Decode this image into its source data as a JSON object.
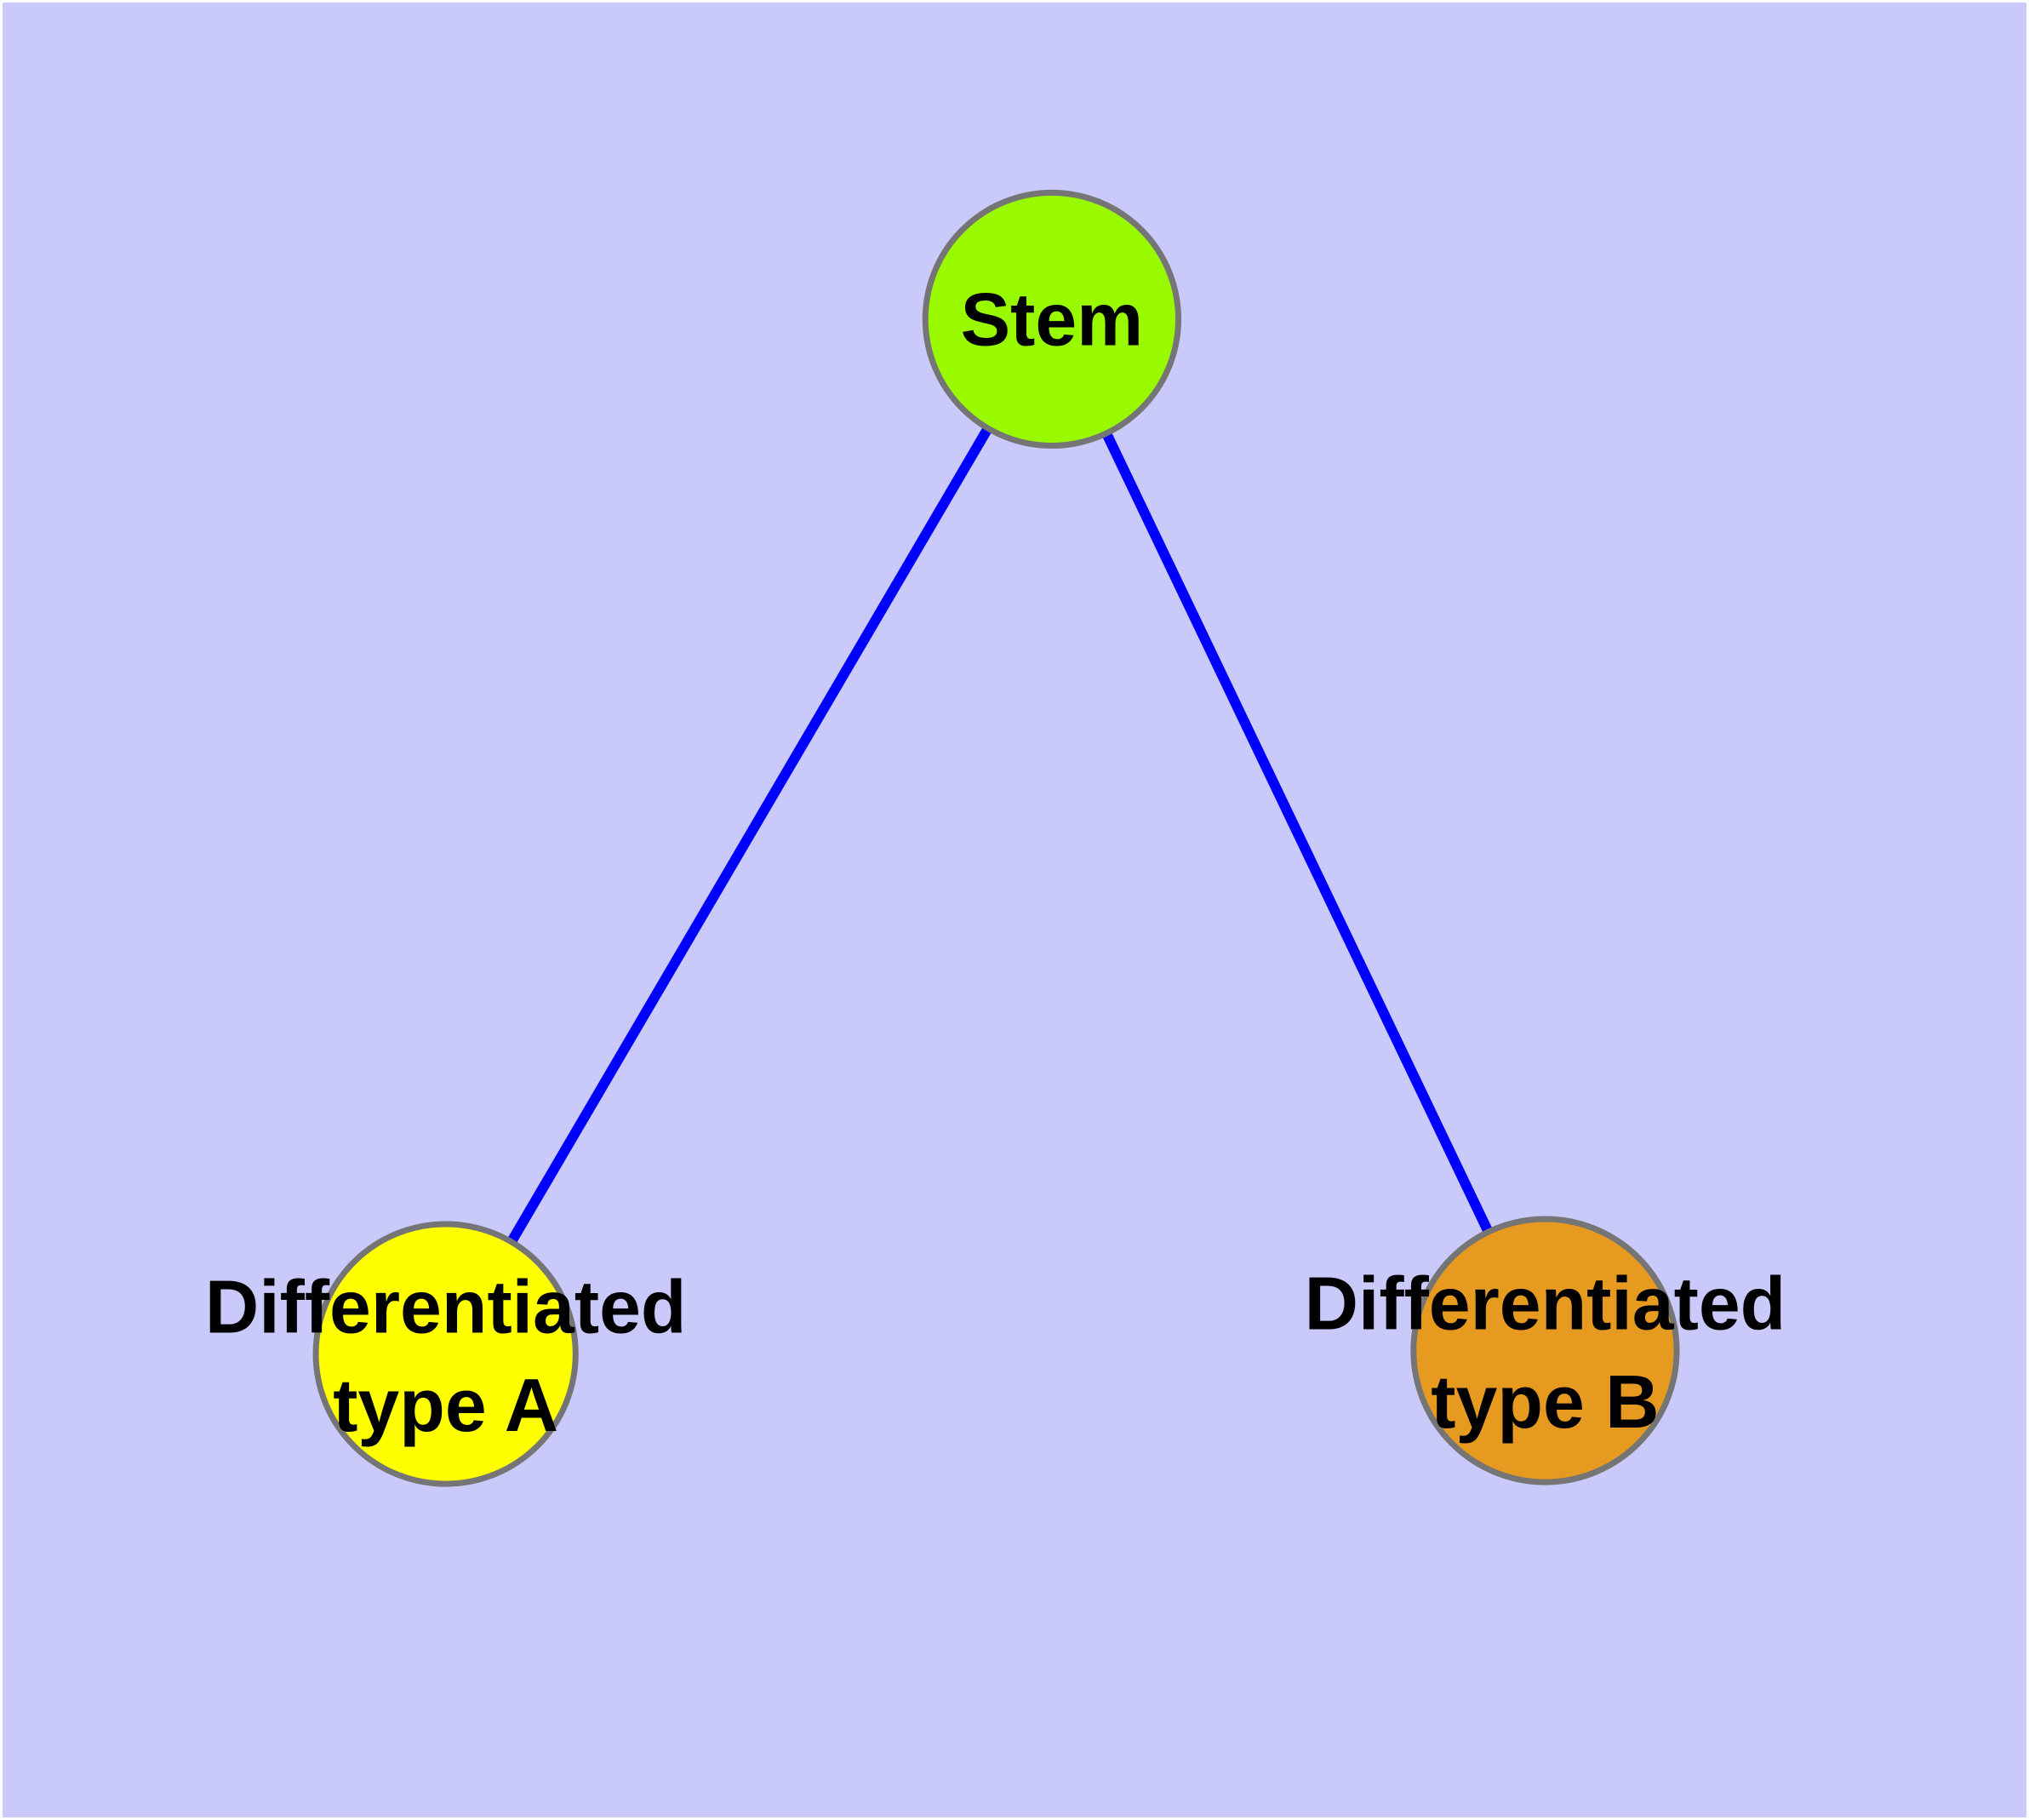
{
  "canvas": {
    "background_color": "#C9C9FA",
    "frame_color": "#FFFFFF",
    "edge_color": "#0000FF",
    "node_border_color": "#757575",
    "label_color": "#000000"
  },
  "nodes": {
    "stem": {
      "label": "Stem",
      "fill": "#99FA00"
    },
    "type_a": {
      "label_line1": "Differentiated",
      "label_line2": "type A",
      "fill": "#FFFF00"
    },
    "type_b": {
      "label_line1": "Differentiated",
      "label_line2": "type B",
      "fill": "#E69A20"
    }
  },
  "edges": [
    {
      "from": "Stem",
      "to": "Differentiated type A"
    },
    {
      "from": "Stem",
      "to": "Differentiated type B"
    }
  ]
}
